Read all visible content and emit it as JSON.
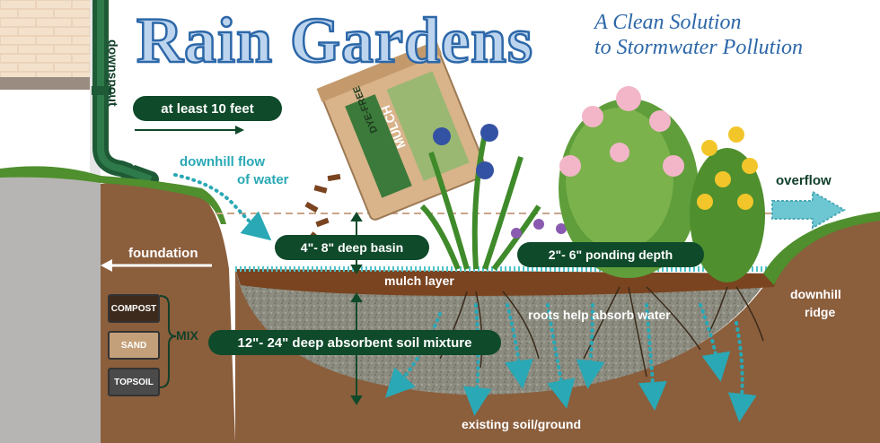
{
  "title": "Rain Gardens",
  "subtitle_line1": "A Clean Solution",
  "subtitle_line2": "to Stormwater Pollution",
  "labels": {
    "downspout": "downspout",
    "at_least_10_feet": "at least 10 feet",
    "downhill_flow_line1": "downhill flow",
    "downhill_flow_line2": "of water",
    "foundation": "foundation",
    "deep_basin": "4\"- 8\" deep basin",
    "ponding_depth": "2\"- 6\" ponding depth",
    "mulch_layer": "mulch layer",
    "roots": "roots help absorb water",
    "soil_mixture": "12\"- 24\" deep absorbent soil mixture",
    "existing_soil": "existing soil/ground",
    "overflow": "overflow",
    "downhill_ridge_line1": "downhill",
    "downhill_ridge_line2": "ridge",
    "mix": "MIX"
  },
  "bag": {
    "line1": "DYE-FREE",
    "line2": "MULCH"
  },
  "mix_items": [
    {
      "label": "COMPOST",
      "color": "#3d2a1c"
    },
    {
      "label": "SAND",
      "color": "#c4a07a"
    },
    {
      "label": "TOPSOIL",
      "color": "#4a4a4a"
    }
  ],
  "colors": {
    "title_fill": "#bcd4ee",
    "title_stroke": "#2c67a8",
    "accent_blue": "#2c67a8",
    "teal": "#2aa8b5",
    "pill_green": "#0f4a2a",
    "soil_brown": "#8b5e3c",
    "mulch_brown": "#7a4420",
    "gravel_gray": "#8a8a7e",
    "grass_green": "#4f8f2e"
  }
}
